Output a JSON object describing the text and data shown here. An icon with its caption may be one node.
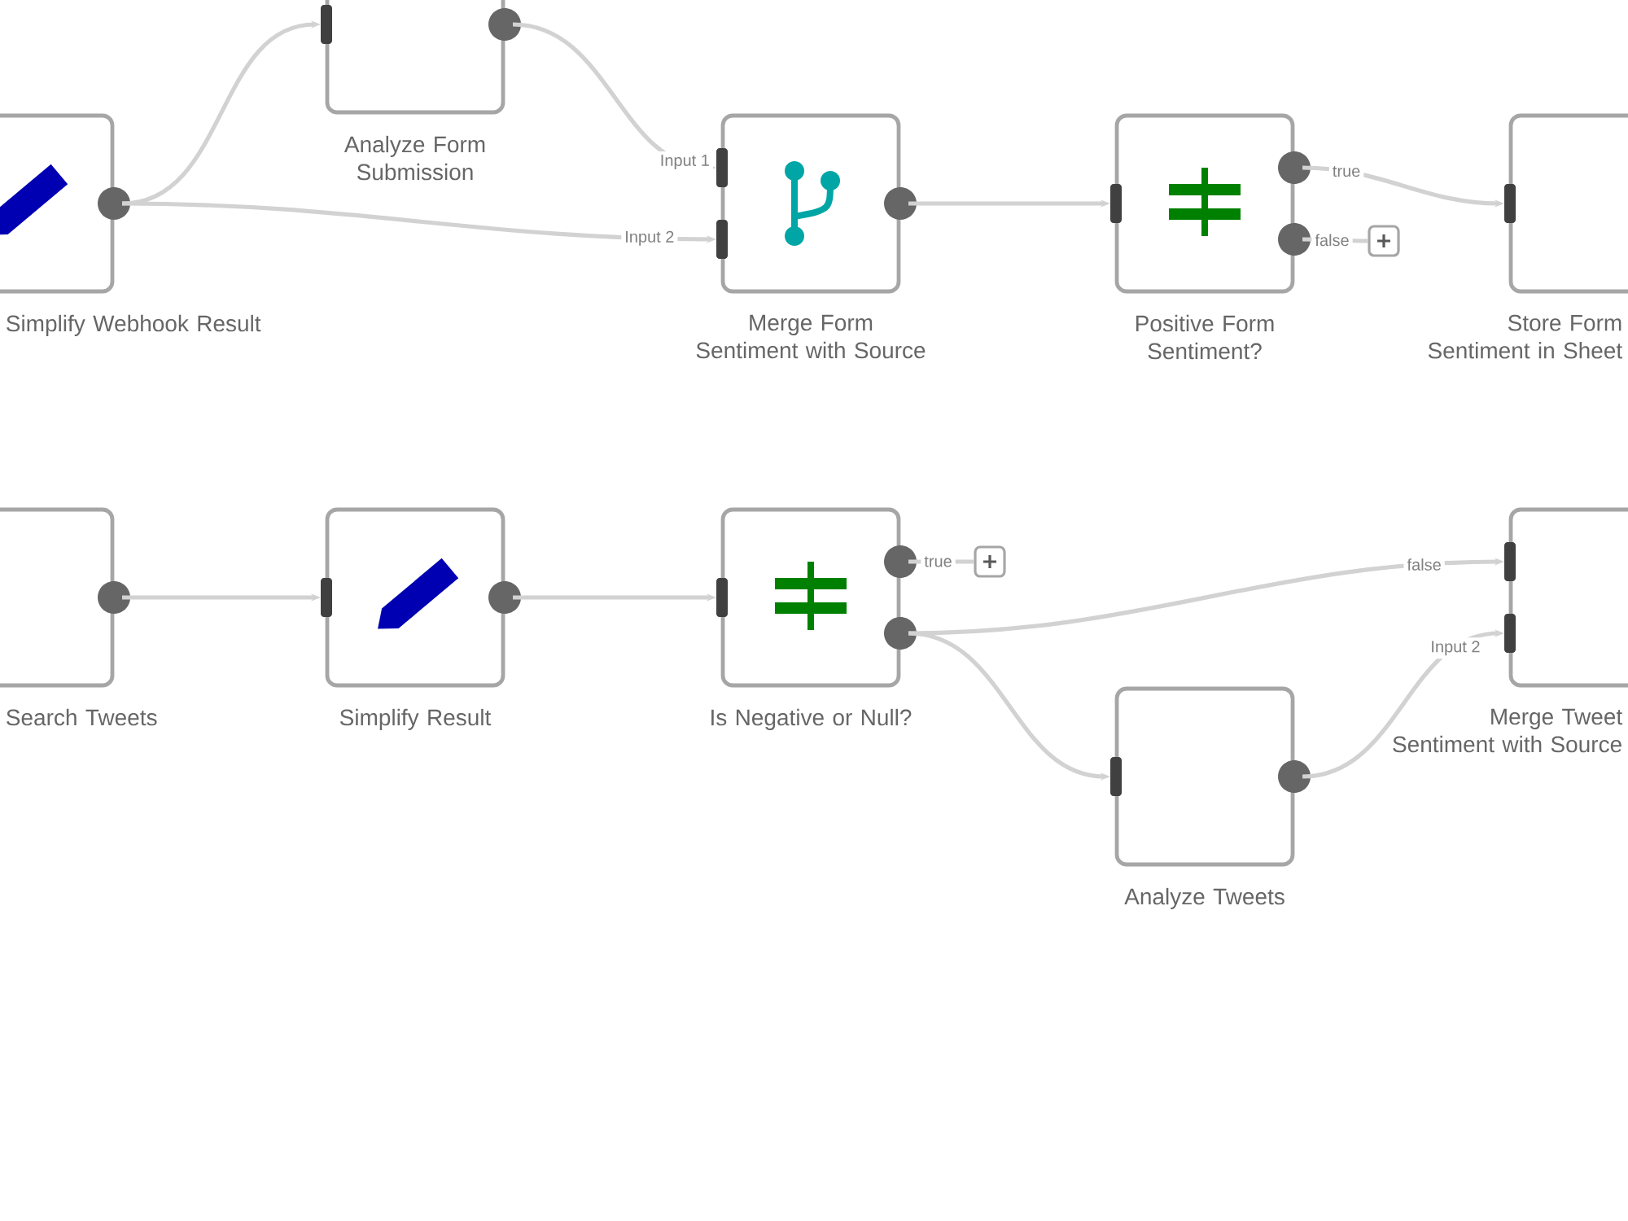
{
  "diagram": {
    "nodes": [
      {
        "text": [
          "Simplify Webhook Result"
        ]
      },
      {
        "text": [
          "Analyze Form Submission"
        ]
      },
      {
        "text": [
          "Merge Form Sentiment with Source"
        ]
      },
      {
        "text": [
          "Positive Form Sentiment?"
        ]
      },
      {
        "text": [],
        "shape": "box"
      },
      {
        "text": [
          "Store Form Sentiment in Sheet"
        ]
      },
      {
        "text": [
          "Search Tweets"
        ]
      },
      {
        "text": [
          "Simplify Result"
        ]
      },
      {
        "text": [
          "Is Negative or Null?"
        ]
      },
      {
        "text": [],
        "shape": "box"
      },
      {
        "text": [
          "Merge Tweet Sentiment with Source"
        ]
      },
      {
        "text": [
          "Analyze Tweets"
        ]
      }
    ],
    "edges": [
      {
        "from": 0,
        "to": 1,
        "arrow": "to"
      },
      {
        "from": 0,
        "to": 2,
        "arrow": "to",
        "label": "Input 2"
      },
      {
        "from": 1,
        "to": 2,
        "arrow": "to",
        "label": "Input 1"
      },
      {
        "from": 2,
        "to": 3,
        "arrow": "to"
      },
      {
        "from": 3,
        "to": 5,
        "arrow": "to",
        "label": "true"
      },
      {
        "from": 3,
        "to": 4,
        "arrow": "none",
        "label": "false"
      },
      {
        "from": 6,
        "to": 7,
        "arrow": "to"
      },
      {
        "from": 7,
        "to": 8,
        "arrow": "to"
      },
      {
        "from": 8,
        "to": 9,
        "arrow": "none",
        "label": "true"
      },
      {
        "from": 8,
        "to": 10,
        "arrow": "to",
        "label": "false"
      },
      {
        "from": 8,
        "to": 11,
        "arrow": "to"
      },
      {
        "from": 11,
        "to": 10,
        "arrow": "to",
        "label": "Input 2"
      }
    ]
  }
}
